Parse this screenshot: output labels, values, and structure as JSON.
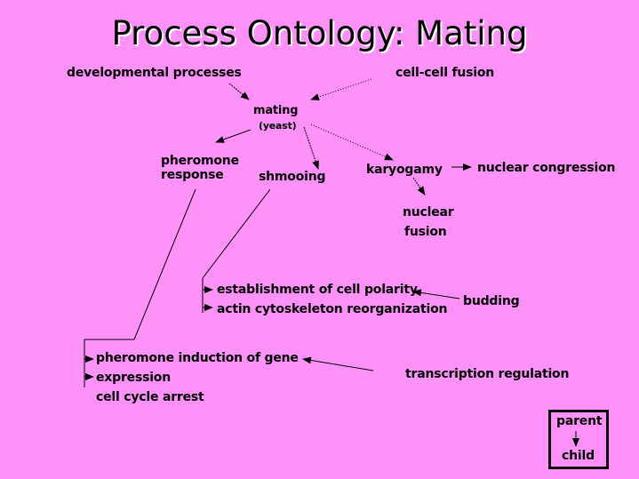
{
  "title": "Process Ontology: Mating",
  "nodes": {
    "developmental_processes": "developmental processes",
    "cell_cell_fusion": "cell-cell fusion",
    "mating": "mating",
    "mating_sub": "(yeast)",
    "pheromone_response_1": "pheromone",
    "pheromone_response_2": "response",
    "shmooing": "shmooing",
    "karyogamy": "karyogamy",
    "nuclear_congression": "nuclear congression",
    "nuclear_fusion_1": "nuclear",
    "nuclear_fusion_2": "fusion",
    "establishment_cell_polarity": "establishment of cell polarity",
    "actin_reorganization": "actin cytoskeleton  reorganization",
    "budding": "budding",
    "pheromone_induction_1": "pheromone induction of gene",
    "pheromone_induction_2": "expression",
    "cell_cycle_arrest": "cell cycle arrest",
    "transcription_regulation": "transcription regulation"
  },
  "legend": {
    "parent": "parent",
    "child": "child"
  }
}
